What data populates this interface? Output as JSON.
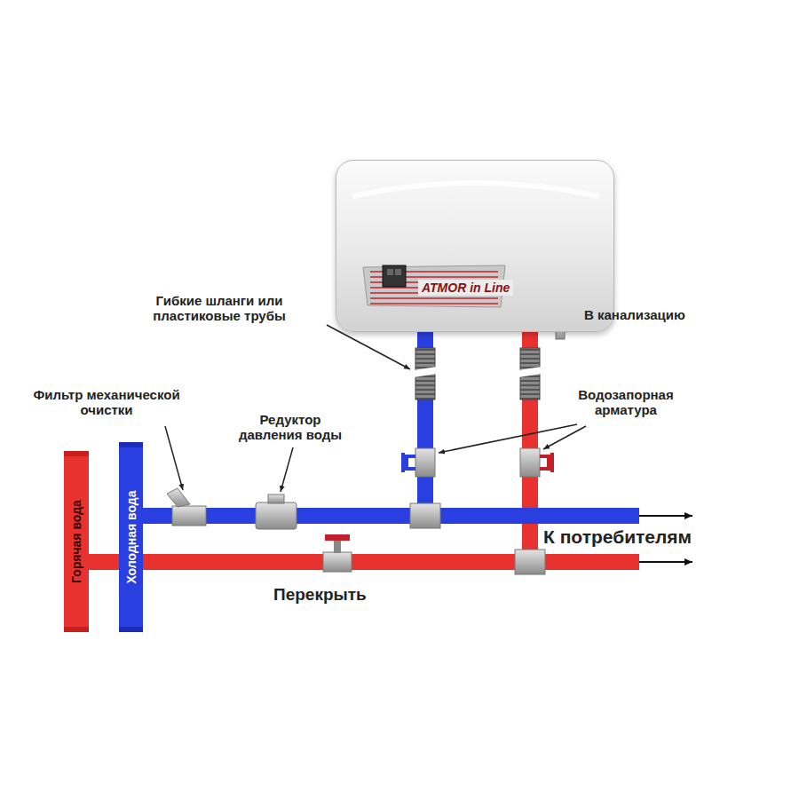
{
  "diagram": {
    "nodes": [
      {
        "text": [
          "ATMOR in Line"
        ]
      },
      {
        "text": [
          "Горячая вода"
        ]
      },
      {
        "text": [
          "Холодная вода"
        ]
      }
    ],
    "edges": [
      {
        "from": 2,
        "to": 0,
        "arrow": "none"
      }
    ],
    "labels": [
      "Гибкие шланги или пластиковые трубы",
      "В канализацию",
      "Фильтр механической очистки",
      "Редуктор давления воды",
      "Водозапорная арматура",
      "К потребителям",
      "Перекрыть"
    ]
  }
}
